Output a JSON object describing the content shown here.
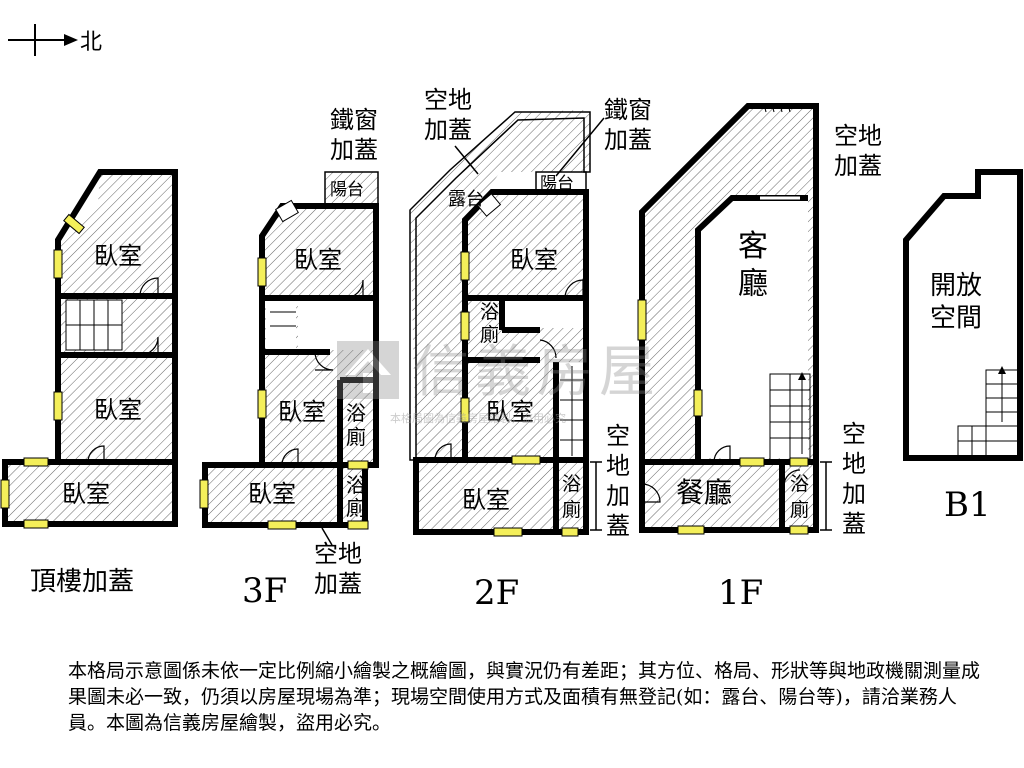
{
  "compass": {
    "north_label": "北"
  },
  "floors": {
    "roof": {
      "label": "頂樓加蓋",
      "rooms": [
        "臥室",
        "臥室",
        "臥室"
      ]
    },
    "f3": {
      "label": "3F",
      "rooms": [
        "臥室",
        "臥室",
        "臥室"
      ],
      "bath_top": "浴",
      "bath_bottom": "廁",
      "bath2_top": "浴",
      "bath2_bottom": "廁",
      "balcony": "陽台",
      "note_window": "鐵窗\n加蓋",
      "note_space": "空地\n加蓋"
    },
    "f2": {
      "label": "2F",
      "rooms": [
        "臥室",
        "臥室",
        "臥室"
      ],
      "bath_top": "浴",
      "bath_bottom": "廁",
      "bath2_top": "浴",
      "bath2_bottom": "廁",
      "balcony": "陽台",
      "terrace": "露台",
      "note_space_top": "空地\n加蓋",
      "note_window": "鐵窗\n加蓋",
      "note_space_side": "空\n地\n加\n蓋"
    },
    "f1": {
      "label": "1F",
      "living": "客\n廳",
      "dining": "餐廳",
      "bath_top": "浴",
      "bath_bottom": "廁",
      "note_space_top": "空地\n加蓋",
      "note_space_side": "空\n地\n加\n蓋"
    },
    "b1": {
      "label": "B1",
      "room": "開放\n空間"
    }
  },
  "watermark": {
    "brand": "信義房屋",
    "small": "本格局圖為信義房屋繪製，盜用必究"
  },
  "disclaimer": "本格局示意圖係未依一定比例縮小繪製之概繪圖，與實況仍有差距；其方位、格局、形狀等與地政機關測量成果圖未必一致，仍須以房屋現場為準；現場空間使用方式及面積有無登記(如：露台、陽台等)，請洽業務人員。本圖為信義房屋繪製，盜用必究。",
  "colors": {
    "window": "#f4ef5a",
    "wall": "#000000",
    "hatch": "#555555"
  }
}
